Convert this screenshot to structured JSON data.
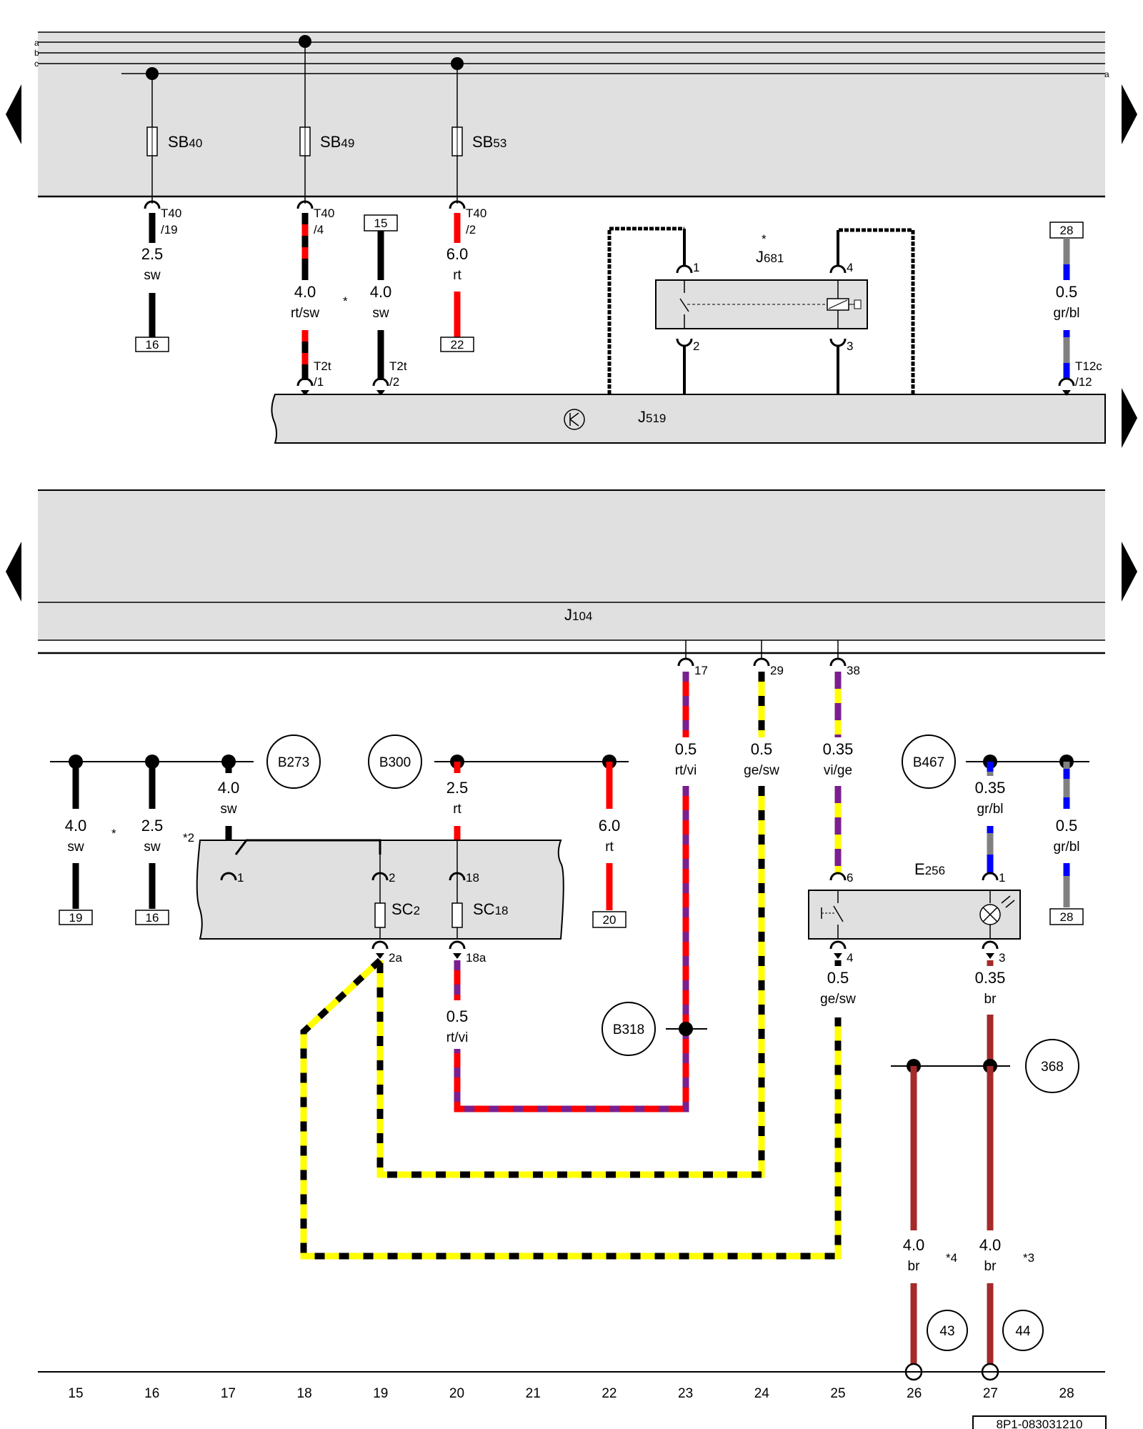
{
  "colors": {
    "panel": "#e0e0e0",
    "black": "#000000",
    "red": "#ff0000",
    "violet": "#7a1f8f",
    "yellow": "#ffff00",
    "grey": "#808080",
    "blue": "#0000ff",
    "brown": "#a52a2a"
  },
  "bus": {
    "a": "a",
    "b": "b",
    "c": "c",
    "a_right": "a"
  },
  "fuses": [
    {
      "name": "SB",
      "sub": "40",
      "pin": "T40",
      "pin2": "/19",
      "size": "2.5",
      "color": "sw",
      "ref": "16"
    },
    {
      "name": "SB",
      "sub": "49",
      "pin": "T40",
      "pin2": "/4",
      "size": "4.0",
      "color": "rt/sw"
    },
    {
      "name": "SB",
      "sub": "53",
      "pin": "T40",
      "pin2": "/2",
      "size": "6.0",
      "color": "rt",
      "ref": "22"
    }
  ],
  "top": {
    "asterisk": "*",
    "ref15": "15",
    "w_size": "4.0",
    "w_color": "sw",
    "t2t_a": "T2t",
    "t2t_a2": "/1",
    "t2t_b": "T2t",
    "t2t_b2": "/2",
    "relay_name": "J",
    "relay_sub": "681",
    "relay_star": "*",
    "relay_pins": [
      "1",
      "2",
      "4",
      "3"
    ],
    "right_ref": "28",
    "right_size": "0.5",
    "right_color": "gr/bl",
    "right_pin": "T12c",
    "right_pin2": "/12",
    "ecu_name": "J",
    "ecu_sub": "519"
  },
  "j104": {
    "name": "J",
    "sub": "104",
    "pins": [
      "17",
      "29",
      "38"
    ]
  },
  "mid_wires": [
    {
      "size": "0.5",
      "color": "rt/vi"
    },
    {
      "size": "0.5",
      "color": "ge/sw"
    },
    {
      "size": "0.35",
      "color": "vi/ge"
    }
  ],
  "left": {
    "b273": "B273",
    "b300": "B300",
    "w1_size": "4.0",
    "w1_color": "sw",
    "w1_ref": "19",
    "star1": "*",
    "w2_size": "2.5",
    "w2_color": "sw",
    "w2_ref": "16",
    "star2": "*2",
    "w3_size": "4.0",
    "w3_color": "sw",
    "w4_size": "2.5",
    "w4_color": "rt",
    "w5_size": "6.0",
    "w5_color": "rt",
    "w5_ref": "20",
    "sc_pins": [
      "1",
      "2",
      "18",
      "2a",
      "18a"
    ],
    "sc2_name": "SC",
    "sc2_sub": "2",
    "sc18_name": "SC",
    "sc18_sub": "18",
    "w6_size": "0.5",
    "w6_color": "rt/vi",
    "b318": "B318"
  },
  "right": {
    "b467": "B467",
    "e_name": "E",
    "e_sub": "256",
    "e_pins": [
      "6",
      "4",
      "1",
      "3"
    ],
    "w1_size": "0.35",
    "w1_color": "gr/bl",
    "w2_size": "0.5",
    "w2_color": "gr/bl",
    "w2_ref": "28",
    "w3_size": "0.5",
    "w3_color": "ge/sw",
    "w4_size": "0.35",
    "w4_color": "br",
    "c368": "368",
    "w5_size": "4.0",
    "w5_color": "br",
    "star4": "*4",
    "w6_size": "4.0",
    "w6_color": "br",
    "star3": "*3",
    "g43": "43",
    "g44": "44"
  },
  "columns": [
    "15",
    "16",
    "17",
    "18",
    "19",
    "20",
    "21",
    "22",
    "23",
    "24",
    "25",
    "26",
    "27",
    "28"
  ],
  "doc_id": "8P1-083031210"
}
